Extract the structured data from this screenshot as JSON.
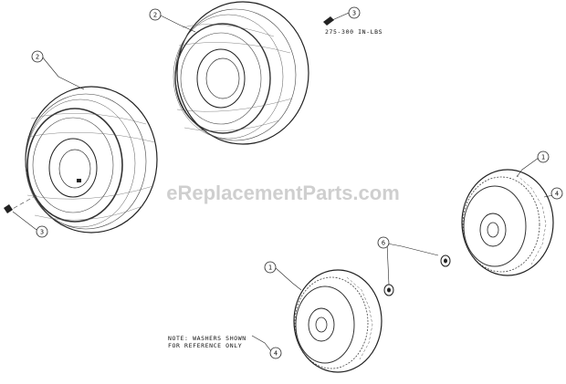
{
  "diagram": {
    "watermark": "eReplacementParts.com",
    "torque_note": "275-300 IN-LBS",
    "footnote_line1": "NOTE: WASHERS SHOWN",
    "footnote_line2": "FOR REFERENCE ONLY",
    "callouts": {
      "rear_tire_top": "2",
      "rear_tire_left": "2",
      "valve_top": "3",
      "valve_left": "3",
      "front_tire_bottom": "1",
      "front_tire_right": "1",
      "washer": "6",
      "hub_cap_bottom": "4",
      "hub_cap_right": "4"
    }
  }
}
